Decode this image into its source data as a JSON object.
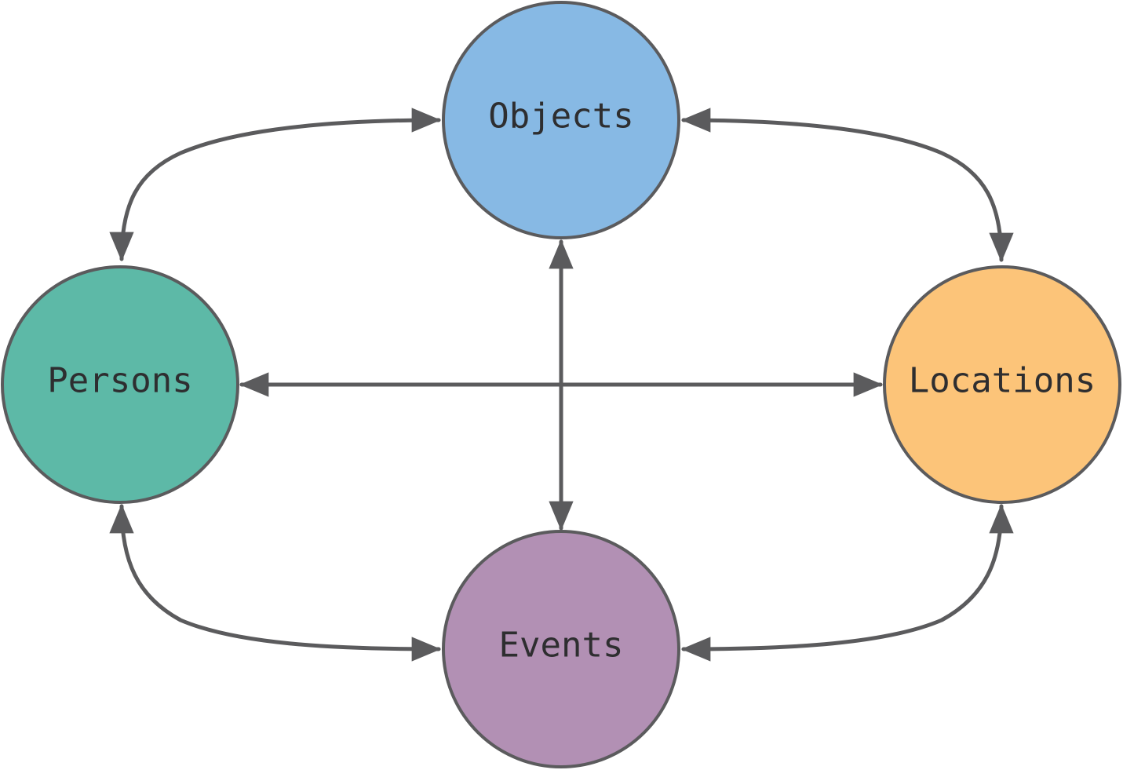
{
  "nodes": [
    {
      "id": "objects",
      "label": "Objects",
      "color": "#87b9e4"
    },
    {
      "id": "persons",
      "label": "Persons",
      "color": "#5db9a7"
    },
    {
      "id": "locations",
      "label": "Locations",
      "color": "#fcc479"
    },
    {
      "id": "events",
      "label": "Events",
      "color": "#b290b4"
    }
  ],
  "edges": [
    {
      "from": "objects",
      "to": "persons",
      "direction": "both"
    },
    {
      "from": "objects",
      "to": "locations",
      "direction": "both"
    },
    {
      "from": "objects",
      "to": "events",
      "direction": "both"
    },
    {
      "from": "persons",
      "to": "locations",
      "direction": "both"
    },
    {
      "from": "persons",
      "to": "events",
      "direction": "both"
    },
    {
      "from": "locations",
      "to": "events",
      "direction": "both"
    }
  ],
  "line_color": "#5b5b5d"
}
